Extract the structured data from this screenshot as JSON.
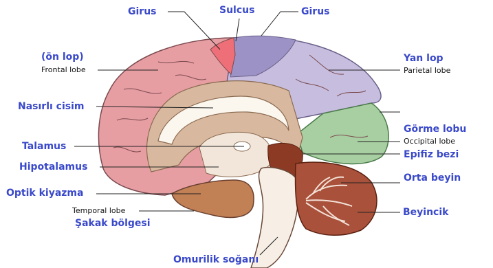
{
  "colors": {
    "turkish_label": "#3a49c9",
    "english_label": "#111111",
    "frontal": "#e79ea3",
    "sulcus_gyrus": "#ee6f78",
    "parietal": "#c7bedf",
    "parietal_dark": "#9c92c6",
    "occipital": "#a8cfa2",
    "limbic": "#d8b9a0",
    "temporal": "#c28055",
    "midbrain": "#8c3a24",
    "cerebellum": "#a9513b"
  },
  "labels": {
    "girus_left": "Girus",
    "sulcus": "Sulcus",
    "girus_right": "Girus",
    "on_lop": "(ön lop)",
    "frontal_lobe": "Frontal lobe",
    "yan_lop": "Yan lop",
    "parietal_lobe": "Parietal lobe",
    "nasirli_cisim": "Nasırlı cisim",
    "gorme_lobu": "Görme lobu",
    "occipital_lobe": "Occipital lobe",
    "talamus": "Talamus",
    "epifiz_bezi": "Epifiz bezi",
    "hipotalamus": "Hipotalamus",
    "orta_beyin": "Orta beyin",
    "optik_kiyazma": "Optik kiyazma",
    "temporal_lobe": "Temporal lobe",
    "beyincik": "Beyincik",
    "sakak_bolgesi": "Şakak bölgesi",
    "omurilik_sogani": "Omurilik soğanı"
  }
}
